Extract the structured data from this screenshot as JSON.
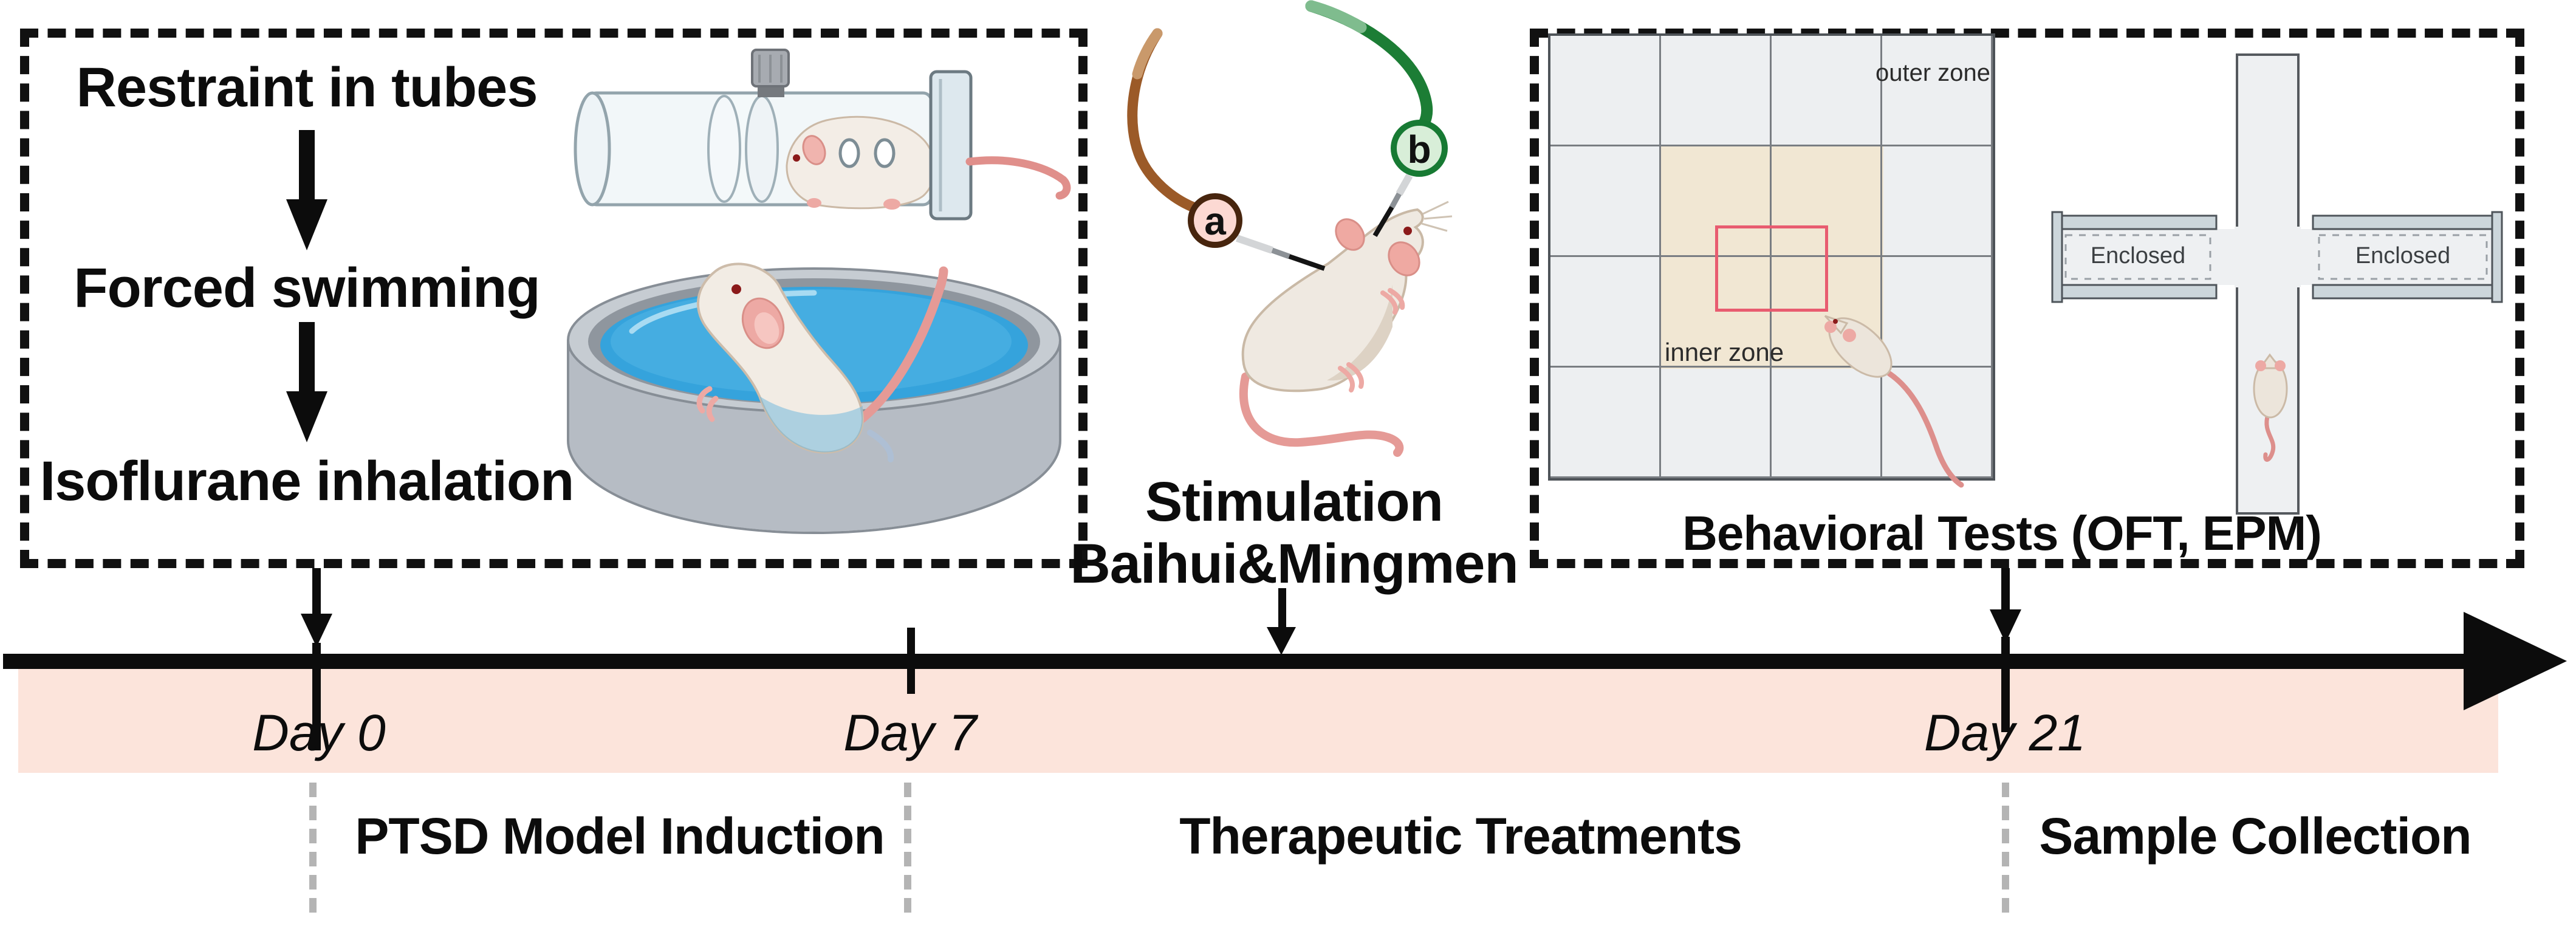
{
  "figure": {
    "induction_steps": [
      "Restraint in tubes",
      "Forced swimming",
      "Isoflurane inhalation"
    ],
    "stimulation": {
      "line1": "Stimulation",
      "line2": "Baihui&Mingmen",
      "electrode_a_label": "a",
      "electrode_b_label": "b"
    },
    "behavioral": {
      "title": "Behavioral Tests (OFT, EPM)",
      "oft": {
        "outer_zone_label": "outer zone",
        "inner_zone_label": "inner zone"
      },
      "epm": {
        "left_arm_label": "Enclosed",
        "right_arm_label": "Enclosed"
      }
    },
    "timeline": {
      "days": [
        {
          "label": "Day 0"
        },
        {
          "label": "Day 7"
        },
        {
          "label": "Day 21"
        }
      ],
      "phases": [
        {
          "label": "PTSD Model Induction"
        },
        {
          "label": "Therapeutic Treatments"
        },
        {
          "label": "Sample Collection"
        }
      ]
    },
    "colors": {
      "timeline_band": "#fce4db",
      "timeline_bar": "#0c0c0c",
      "oft_cell": "#edeff1",
      "oft_inner_zone": "#f1e7d3",
      "oft_center_square": "#e85c70",
      "electrode_a_fill": "#fcd9d3",
      "electrode_a_ring": "#47250e",
      "electrode_b_fill": "#d8eed8",
      "electrode_b_ring": "#177a33",
      "wire_a": "#9b5a28",
      "wire_b": "#1c7d35",
      "water": "#35a3dc"
    }
  }
}
